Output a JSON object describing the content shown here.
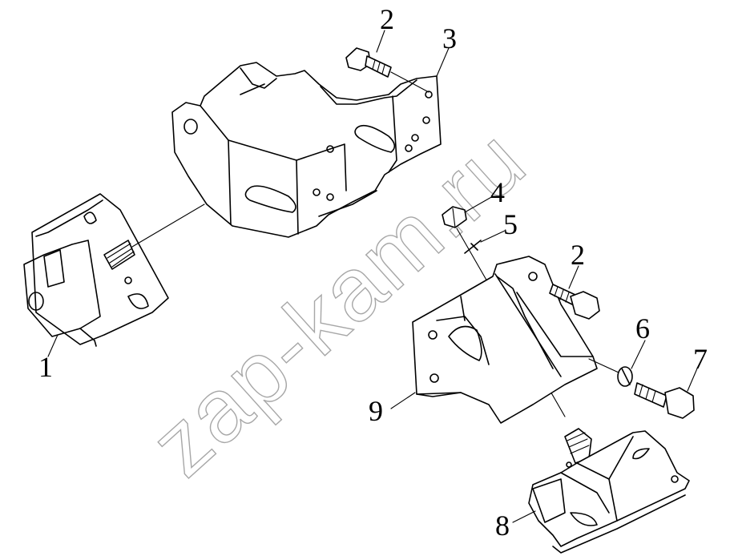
{
  "watermark": "zap-kam.ru",
  "callouts": [
    {
      "id": "1",
      "label": "1"
    },
    {
      "id": "2a",
      "label": "2"
    },
    {
      "id": "3",
      "label": "3"
    },
    {
      "id": "4",
      "label": "4"
    },
    {
      "id": "5",
      "label": "5"
    },
    {
      "id": "2b",
      "label": "2"
    },
    {
      "id": "6",
      "label": "6"
    },
    {
      "id": "7",
      "label": "7"
    },
    {
      "id": "9",
      "label": "9"
    },
    {
      "id": "8",
      "label": "8"
    }
  ]
}
